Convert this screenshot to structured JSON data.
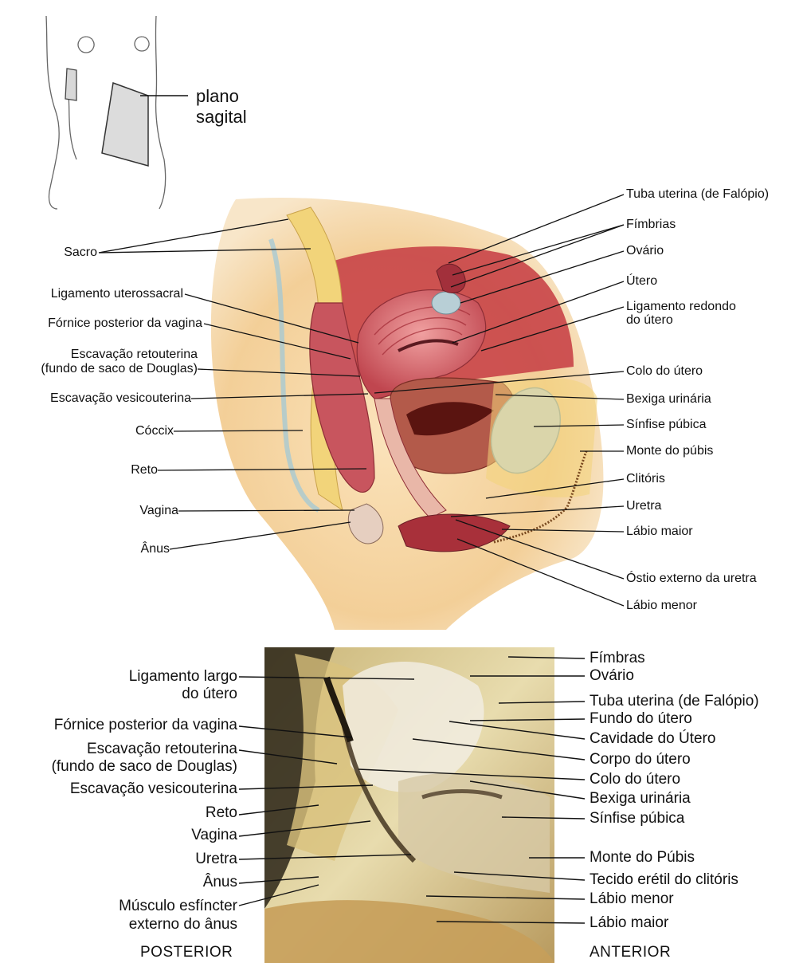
{
  "inset": {
    "plane_line1": "plano",
    "plane_line2": "sagital"
  },
  "top_labels_left": [
    "Sacro",
    "Ligamento uterossacral",
    "Fórnice posterior da vagina",
    "Escavação retouterina",
    "(fundo de saco de Douglas)",
    "Escavação vesicouterina",
    "Cóccix",
    "Reto",
    "Vagina",
    "Ânus"
  ],
  "top_labels_right": [
    "Tuba uterina (de Falópio)",
    "Fímbrias",
    "Ovário",
    "Útero",
    "Ligamento redondo",
    "do útero",
    "Colo do útero",
    "Bexiga urinária",
    "Sínfise púbica",
    "Monte do púbis",
    "Clitóris",
    "Uretra",
    "Lábio maior",
    "Óstio externo da uretra",
    "Lábio menor"
  ],
  "bottom_labels_left": [
    "Ligamento largo",
    "do útero",
    "Fórnice posterior da vagina",
    "Escavação retouterina",
    "(fundo de saco de Douglas)",
    "Escavação vesicouterina",
    "Reto",
    "Vagina",
    "Uretra",
    "Ânus",
    "Músculo esfíncter",
    "externo do ânus"
  ],
  "bottom_labels_right": [
    "Fímbras",
    "Ovário",
    "Tuba uterina (de Falópio)",
    "Fundo do útero",
    "Cavidade do Útero",
    "Corpo do útero",
    "Colo do útero",
    "Bexiga urinária",
    "Sínfise púbica",
    "Monte do Púbis",
    "Tecido erétil do clitóris",
    "Lábio menor",
    "Lábio maior"
  ],
  "directions": {
    "posterior": "POSTERIOR",
    "anterior": "ANTERIOR"
  },
  "colors": {
    "skin": "#f3cf98",
    "muscle": "#c8555e",
    "bone": "#f2d47a",
    "bladder": "#b35a4a",
    "photo": "#d8c590"
  }
}
